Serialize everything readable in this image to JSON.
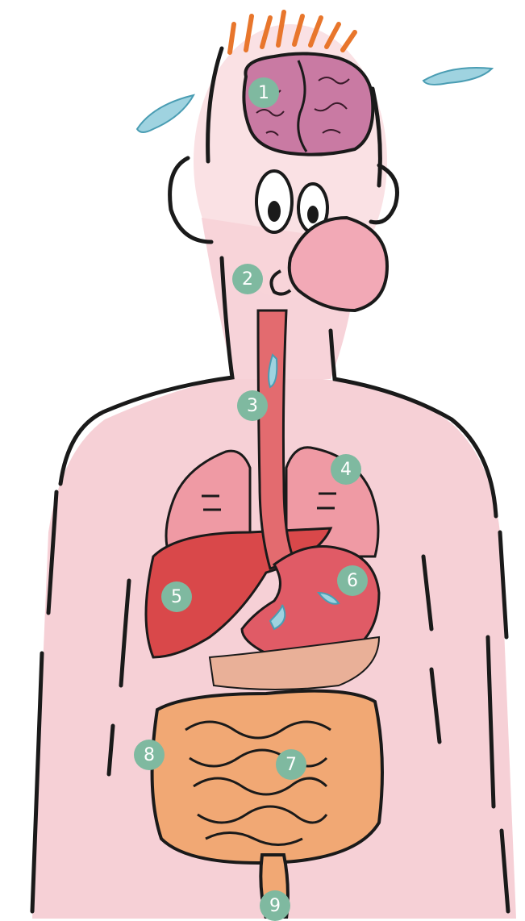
{
  "diagram": {
    "marker_color": "#7fb9a0",
    "labels": [
      {
        "id": "m1",
        "text": "1",
        "part": "brain"
      },
      {
        "id": "m2",
        "text": "2",
        "part": "mouth"
      },
      {
        "id": "m3",
        "text": "3",
        "part": "esophagus"
      },
      {
        "id": "m4",
        "text": "4",
        "part": "lungs"
      },
      {
        "id": "m5",
        "text": "5",
        "part": "liver"
      },
      {
        "id": "m6",
        "text": "6",
        "part": "stomach"
      },
      {
        "id": "m7",
        "text": "7",
        "part": "small-intestine"
      },
      {
        "id": "m8",
        "text": "8",
        "part": "large-intestine"
      },
      {
        "id": "m9",
        "text": "9",
        "part": "rectum"
      }
    ]
  }
}
